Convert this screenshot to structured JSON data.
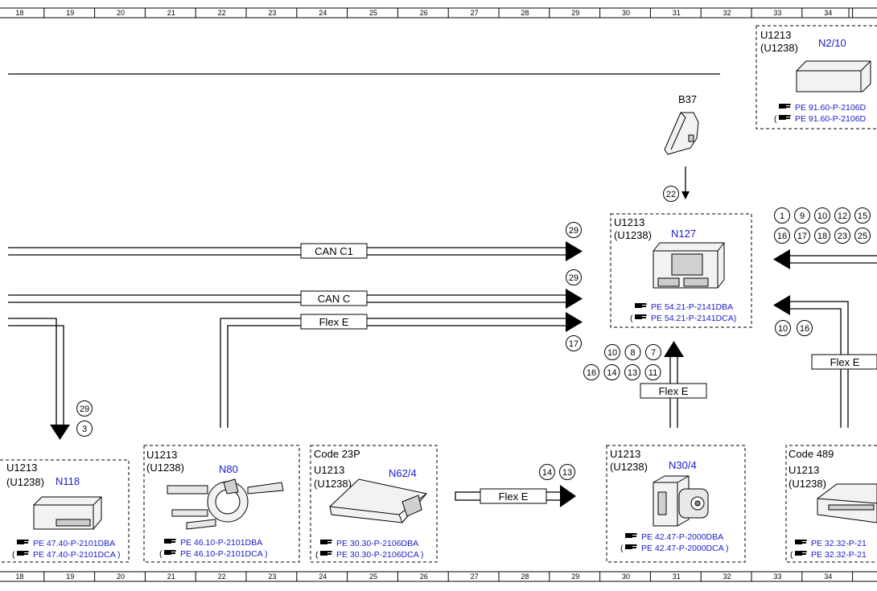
{
  "ruler": {
    "columns": [
      "18",
      "19",
      "20",
      "21",
      "22",
      "23",
      "24",
      "25",
      "26",
      "27",
      "28",
      "29",
      "30",
      "31",
      "32",
      "33",
      "34"
    ]
  },
  "buses": {
    "can_c1": "CAN C1",
    "can_c": "CAN C",
    "flex_e": "Flex E"
  },
  "modules": {
    "n2_10": {
      "variant": "U1213",
      "variant_alt": "(U1238)",
      "name": "N2/10",
      "refs": [
        "PE 91.60-P-2106D",
        "PE 91.60-P-2106D"
      ]
    },
    "b37": {
      "name": "B37"
    },
    "n127": {
      "variant": "U1213",
      "variant_alt": "(U1238)",
      "name": "N127",
      "refs": [
        "PE 54.21-P-2141DBA",
        "PE 54.21-P-2141DCA)"
      ]
    },
    "n118": {
      "variant": "U1213",
      "variant_alt": "(U1238)",
      "name": "N118",
      "refs": [
        "PE 47.40-P-2101DBA",
        "PE 47.40-P-2101DCA )"
      ]
    },
    "n80": {
      "variant": "U1213",
      "variant_alt": "(U1238)",
      "name": "N80",
      "refs": [
        "PE 46.10-P-2101DBA",
        "PE 46.10-P-2101DCA )"
      ]
    },
    "n62_4": {
      "code": "Code 23P",
      "variant": "U1213",
      "variant_alt": "(U1238)",
      "name": "N62/4",
      "refs": [
        "PE 30.30-P-2106DBA",
        "PE 30.30-P-2106DCA )"
      ]
    },
    "n30_4": {
      "variant": "U1213",
      "variant_alt": "(U1238)",
      "name": "N30/4",
      "refs": [
        "PE 42.47-P-2000DBA",
        "PE 42.47-P-2000DCA )"
      ]
    },
    "code489": {
      "code": "Code 489",
      "variant": "U1213",
      "variant_alt": "(U1238)",
      "refs": [
        "PE 32.32-P-21",
        "PE 32.32-P-21"
      ]
    }
  },
  "markers": {
    "b37_down": "22",
    "can_c1": "29",
    "can_c": "29",
    "flex_e": "17",
    "n127_bottom_row1": [
      "10",
      "8",
      "7"
    ],
    "n127_bottom_row2": [
      "16",
      "14",
      "13",
      "11"
    ],
    "right_row1": [
      "1",
      "9",
      "10",
      "12",
      "15"
    ],
    "right_row2": [
      "16",
      "17",
      "18",
      "23",
      "25"
    ],
    "right_flex": [
      "10",
      "16"
    ],
    "n118": [
      "29",
      "3"
    ],
    "mid_flex": [
      "14",
      "13"
    ]
  },
  "colors": {
    "blue_text": "#1a1acc",
    "line": "#000000"
  }
}
